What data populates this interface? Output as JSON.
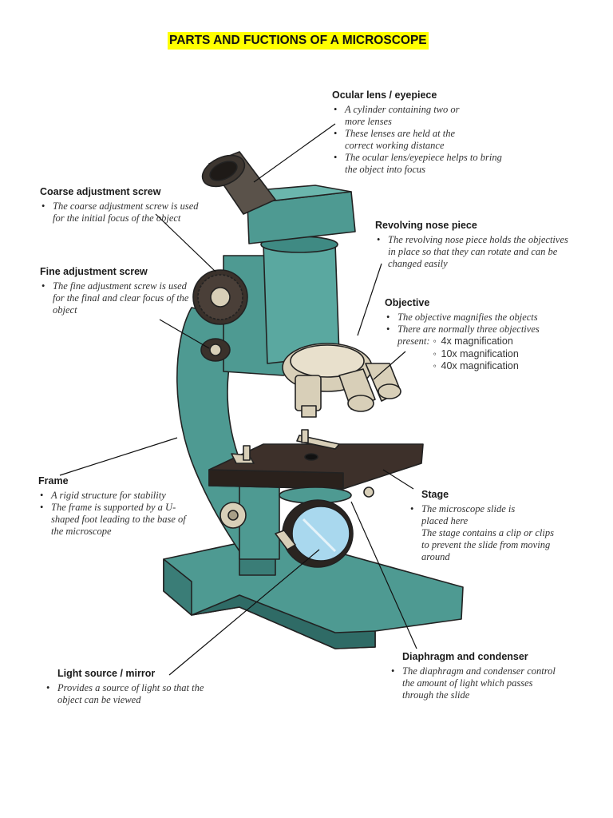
{
  "title": "PARTS AND FUCTIONS OF A MICROSCOPE",
  "colors": {
    "body": "#4e9a92",
    "body_dark": "#2f6b66",
    "stage": "#3d302a",
    "lens_metal": "#d8cfb8",
    "eyepiece": "#4a433c",
    "mirror": "#a9d8ee",
    "highlight": "#ffff00"
  },
  "labels": {
    "ocular": {
      "heading": "Ocular lens / eyepiece",
      "items": [
        "A cylinder containing two or more lenses",
        "These lenses are held at the correct working distance",
        "The ocular lens/eyepiece helps to bring the object into focus"
      ]
    },
    "coarse": {
      "heading": "Coarse adjustment screw",
      "items": [
        "The coarse adjustment screw is used for the initial focus of the object"
      ]
    },
    "revolving": {
      "heading": "Revolving nose piece",
      "items": [
        "The revolving nose piece holds the objectives in place so that they can rotate and can be changed easily"
      ]
    },
    "fine": {
      "heading": "Fine adjustment screw",
      "items": [
        "The fine adjustment screw is used for the final and clear focus of the object"
      ]
    },
    "objective": {
      "heading": "Objective",
      "items": [
        "The objective magnifies the objects",
        "There are normally three objectives"
      ],
      "present_label": "present:",
      "magnifications": [
        "4x magnification",
        "10x magnification",
        "40x magnification"
      ]
    },
    "frame": {
      "heading": "Frame",
      "items": [
        "A rigid structure for stability",
        "The frame is supported by a U-shaped foot leading to the base of the microscope"
      ]
    },
    "stage": {
      "heading": "Stage",
      "items": [
        "The microscope slide is placed here"
      ],
      "extra": "The stage contains a clip or clips to prevent the slide from moving around"
    },
    "diaphragm": {
      "heading": "Diaphragm and condenser",
      "items": [
        "The diaphragm and condenser control the amount of light which passes through the slide"
      ]
    },
    "light": {
      "heading": "Light source / mirror",
      "items": [
        "Provides a source of light so that the object can be viewed"
      ]
    }
  }
}
